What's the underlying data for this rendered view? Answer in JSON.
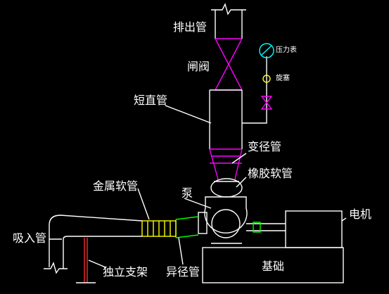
{
  "labels": {
    "outlet_pipe": "排出管",
    "gate_valve": "闸阀",
    "short_straight_pipe": "短直管",
    "reducer": "变径管",
    "rubber_hose": "橡胶软管",
    "metal_hose": "金属软管",
    "pump": "泵",
    "motor": "电机",
    "suction_pipe": "吸入管",
    "independent_support": "独立支架",
    "eccentric_reducer": "异径管",
    "foundation": "基础",
    "pressure_gauge": "压力表",
    "gauge_valve": "旋塞"
  },
  "colors": {
    "background": "#000000",
    "line": "#ffffff",
    "magenta": "#ff00ff",
    "green": "#00ff00",
    "red": "#ff2a2a",
    "yellow": "#ffff00",
    "cyan": "#00ffff"
  }
}
